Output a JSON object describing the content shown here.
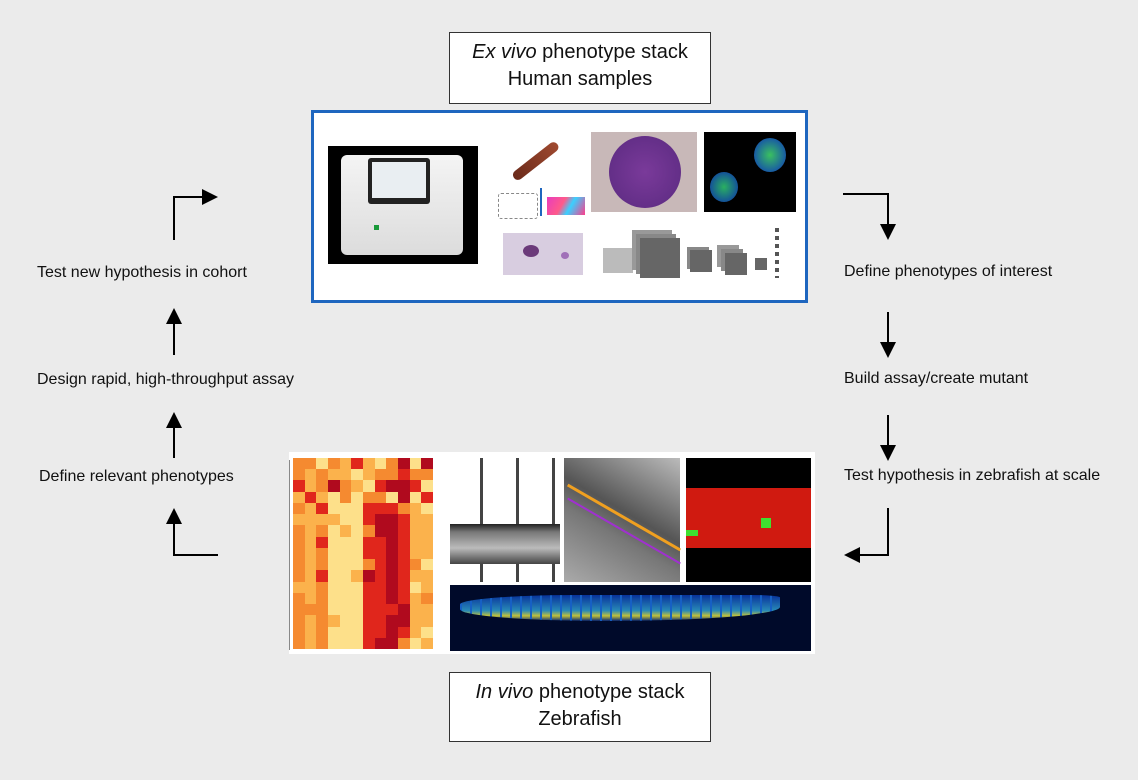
{
  "top_label": {
    "line1_italic": "Ex vivo",
    "line1_rest": " phenotype stack",
    "line2": "Human samples"
  },
  "bottom_label": {
    "line1_italic": "In vivo",
    "line1_rest": " phenotype stack",
    "line2": "Zebrafish"
  },
  "left_steps": [
    "Test new hypothesis in cohort",
    "Design rapid, high-throughput assay",
    "Define relevant phenotypes"
  ],
  "right_steps": [
    "Define phenotypes of interest",
    "Build assay/create mutant",
    "Test hypothesis in zebrafish at scale"
  ],
  "colors": {
    "box_border": "#1e66bf",
    "background": "#ebebeb",
    "arrow": "#000000"
  }
}
